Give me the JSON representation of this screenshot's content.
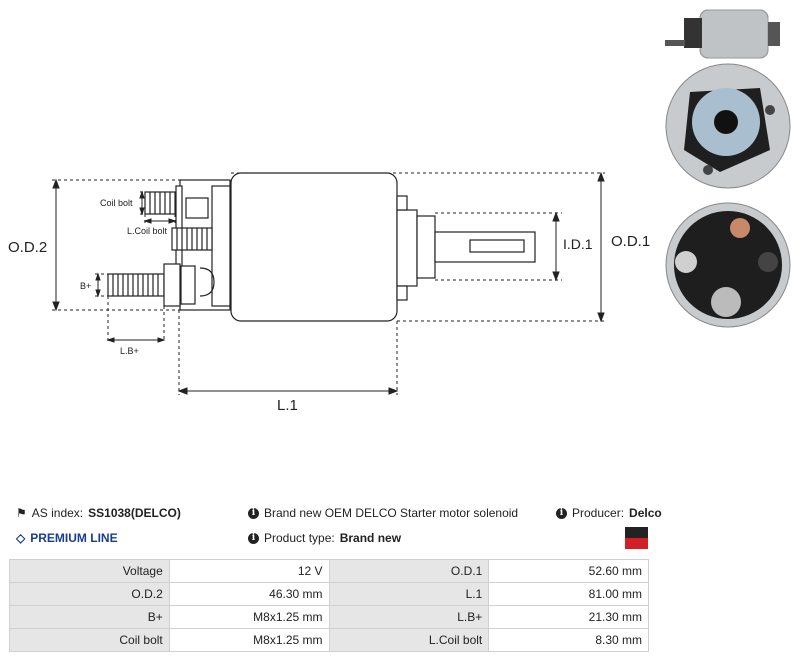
{
  "drawing": {
    "labels": {
      "od2": "O.D.2",
      "od1": "O.D.1",
      "id1": "I.D.1",
      "l1": "L.1",
      "coil_bolt": "Coil bolt",
      "l_coil_bolt": "L.Coil bolt",
      "b_plus": "B+",
      "l_b_plus": "L.B+"
    }
  },
  "info": {
    "as_index_label": "AS index:",
    "as_index_value": "SS1038(DELCO)",
    "premium_line": "PREMIUM LINE",
    "description": "Brand new OEM DELCO Starter motor solenoid",
    "product_type_label": "Product type:",
    "product_type_value": "Brand new",
    "producer_label": "Producer:",
    "producer_value": "Delco"
  },
  "specs": [
    [
      "Voltage",
      "12 V",
      "O.D.1",
      "52.60 mm"
    ],
    [
      "O.D.2",
      "46.30 mm",
      "L.1",
      "81.00 mm"
    ],
    [
      "B+",
      "M8x1.25 mm",
      "L.B+",
      "21.30 mm"
    ],
    [
      "Coil bolt",
      "M8x1.25 mm",
      "L.Coil bolt",
      "8.30 mm"
    ]
  ],
  "colors": {
    "premium": "#1a3d8f",
    "flag_top": "#222222",
    "flag_bottom": "#d32027"
  }
}
